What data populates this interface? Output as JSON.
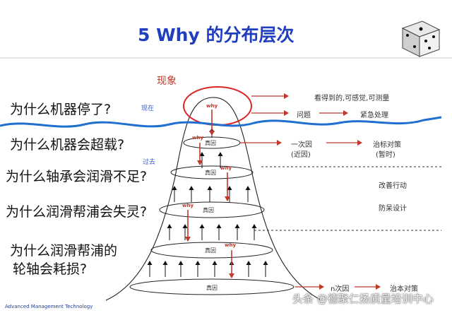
{
  "title": "5 Why 的分布层次",
  "phenomenon_label": "现象",
  "time_labels": {
    "present": "现在",
    "past": "过去"
  },
  "questions": [
    "为什么机器停了?",
    "为什么机器会超载?",
    "为什么轴承会润滑不足?",
    "为什么润滑帮浦会失灵?",
    "为什么润滑帮浦的",
    "轮轴会耗损?"
  ],
  "why_label": "why",
  "true_cause_label": "真因",
  "right_notes": {
    "observable": "看得到的,可感觉,可测量",
    "problem": "问题",
    "emergency": "紧急处理",
    "primary_cause": "一次因",
    "primary_cause_sub": "(近因)",
    "treat_symptom": "治标对策",
    "treat_symptom_sub": "(暂时)",
    "improve": "改善行动",
    "prevent": "防呆设计",
    "nth_cause": "n次因",
    "root_fix": "治本对策"
  },
  "footer": "Advanced Management Technology",
  "watermark": "头条 @德聚仁扬质量培训中心",
  "colors": {
    "title": "#1f3fbf",
    "arrow": "#c0392b",
    "wave": "#1f6fd0",
    "text": "#111111"
  }
}
